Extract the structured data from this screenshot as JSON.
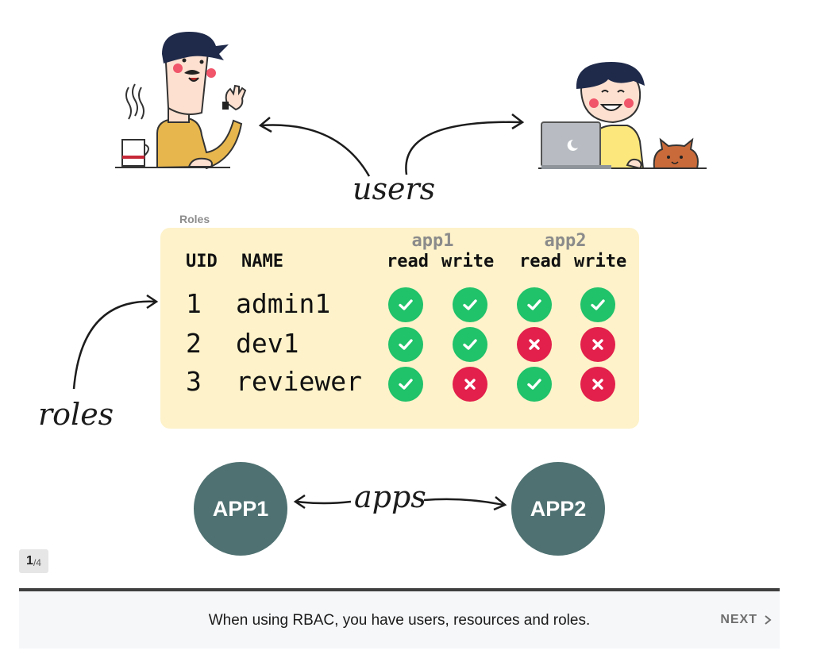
{
  "labels": {
    "users": "users",
    "roles": "roles",
    "apps": "apps"
  },
  "roles_table": {
    "caption": "Roles",
    "columns": {
      "uid": "UID",
      "name": "NAME"
    },
    "apps": [
      {
        "name": "app1",
        "perms": [
          "read",
          "write"
        ]
      },
      {
        "name": "app2",
        "perms": [
          "read",
          "write"
        ]
      }
    ],
    "rows": [
      {
        "uid": "1",
        "name": "admin1",
        "access": [
          true,
          true,
          true,
          true
        ]
      },
      {
        "uid": "2",
        "name": "dev1",
        "access": [
          true,
          true,
          false,
          false
        ]
      },
      {
        "uid": "3",
        "name": "reviewer",
        "access": [
          true,
          false,
          true,
          false
        ]
      }
    ]
  },
  "apps": [
    "APP1",
    "APP2"
  ],
  "pager": {
    "current": "1",
    "total": "/4"
  },
  "footer": {
    "caption": "When using RBAC, you have users, resources and roles.",
    "next_label": "NEXT"
  },
  "colors": {
    "allowed": "#20c26a",
    "denied": "#e2204b",
    "card": "#fdf2c9",
    "app": "#4f7171"
  }
}
